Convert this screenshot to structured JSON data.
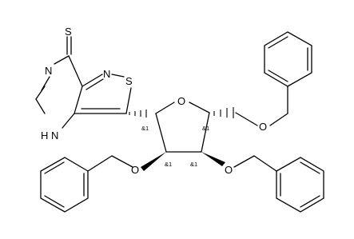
{
  "diagram": {
    "atoms": {
      "S_thione": "S",
      "N_ring6": "N",
      "NH": "N",
      "H": "H",
      "N_isothiazole": "N",
      "S_isothiazole": "S",
      "O_ring": "O",
      "O_benzyloxy_ch2": "O",
      "O_benzyloxy_left": "O",
      "O_benzyloxy_right": "O"
    },
    "stereo_label": "&1"
  }
}
